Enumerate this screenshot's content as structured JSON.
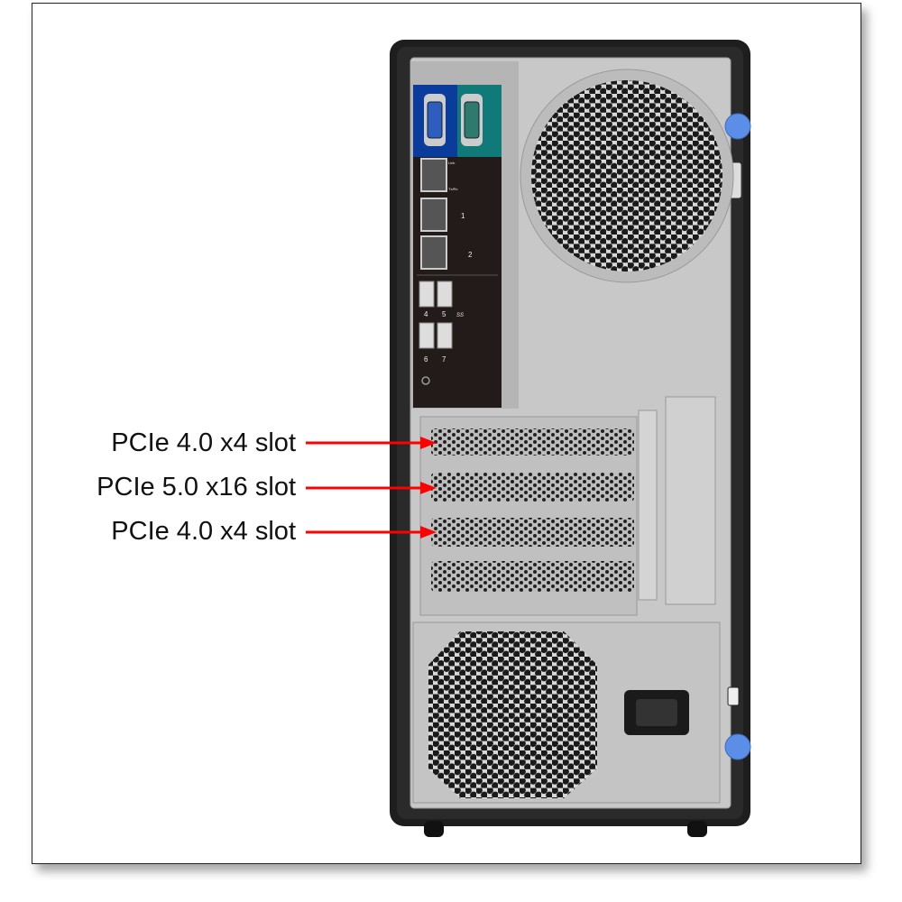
{
  "labels": [
    {
      "text": "PCIe 4.0 x4 slot"
    },
    {
      "text": "PCIe 5.0 x16 slot"
    },
    {
      "text": "PCIe 4.0 x4 slot"
    }
  ],
  "ports": {
    "ethernet_small_labels": [
      "Link",
      "Tx/Rx"
    ],
    "ethernet_marks": [
      "",
      "1",
      "2"
    ],
    "usb_numbers": [
      "4",
      "5",
      "6",
      "7"
    ],
    "usb_mark": "SS"
  },
  "colors": {
    "arrow": "#ff0000",
    "chassis": "#1e1e1e",
    "panel": "#c8c8c8",
    "vga": "#0a3c9c",
    "serial": "#0f7a78",
    "io_panel": "#231b19",
    "latch": "#5b8ee6"
  }
}
